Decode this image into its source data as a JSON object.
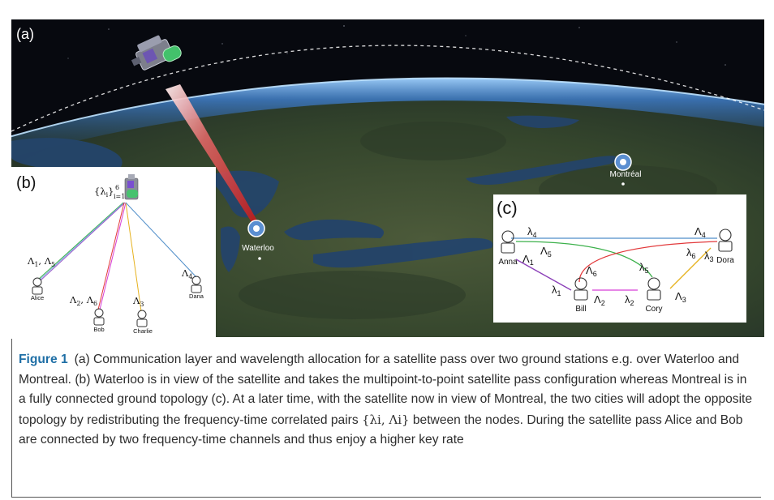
{
  "figure": {
    "panel_a": {
      "label": "(a)"
    },
    "panel_b": {
      "label": "(b)",
      "satellite_label": "{λ",
      "satellite_label_sub": "i",
      "satellite_label_close": "}",
      "satellite_label_sup": "6",
      "satellite_label_sub2": "i=1",
      "nodes": [
        {
          "name": "Alice",
          "channel": "Λ1, Λ5"
        },
        {
          "name": "Bob",
          "channel": "Λ2, Λ6"
        },
        {
          "name": "Charlie",
          "channel": "Λ3"
        },
        {
          "name": "Dana",
          "channel": "Λ4"
        }
      ],
      "channel_main": [
        "Λ",
        "Λ",
        "Λ",
        "Λ"
      ],
      "channel_sub": [
        "1",
        "2",
        "3",
        "4"
      ],
      "channel_second_sub": [
        "5",
        "6"
      ]
    },
    "panel_c": {
      "label": "(c)",
      "nodes": [
        "Anna",
        "Bill",
        "Cory",
        "Dora"
      ],
      "link_labels": [
        {
          "sym": "λ",
          "sub": "4"
        },
        {
          "sym": "Λ",
          "sub": "4"
        },
        {
          "sym": "Λ",
          "sub": "1"
        },
        {
          "sym": "Λ",
          "sub": "5"
        },
        {
          "sym": "λ",
          "sub": "6"
        },
        {
          "sym": "λ",
          "sub": "3"
        },
        {
          "sym": "Λ",
          "sub": "6"
        },
        {
          "sym": "λ",
          "sub": "5"
        },
        {
          "sym": "λ",
          "sub": "1"
        },
        {
          "sym": "Λ",
          "sub": "2"
        },
        {
          "sym": "λ",
          "sub": "2"
        },
        {
          "sym": "Λ",
          "sub": "3"
        }
      ]
    },
    "map": {
      "cities": [
        "Waterloo",
        "Montréal"
      ]
    },
    "colors": {
      "space": "#07090f",
      "atmosphere": "#4a8fd6",
      "land": "#3a4a2e",
      "water": "#24446a",
      "beam": "#d23030",
      "link_blue": "#4f8ec9",
      "link_green": "#3bb04a",
      "link_red": "#e2383a",
      "link_purple": "#8b3fb8",
      "link_magenta": "#d63fd6",
      "link_yellow": "#e6b21f"
    }
  },
  "caption": {
    "label": "Figure 1",
    "text_1": "(a) Communication layer and wavelength allocation for a satellite pass over two ground stations e.g. over Waterloo and Montreal. (b) Waterloo is in view of the satellite and takes the multipoint-to-point satellite pass configuration whereas Montreal is in a fully connected ground topology (c). At a later time, with the satellite now in view of Montreal, the two cities will adopt the opposite topology by redistributing the frequency-time correlated pairs ",
    "math": "{λi, Λi}",
    "text_2": " between the nodes. During the satellite pass Alice and Bob are connected by two frequency-time channels and thus enjoy a higher key rate"
  }
}
